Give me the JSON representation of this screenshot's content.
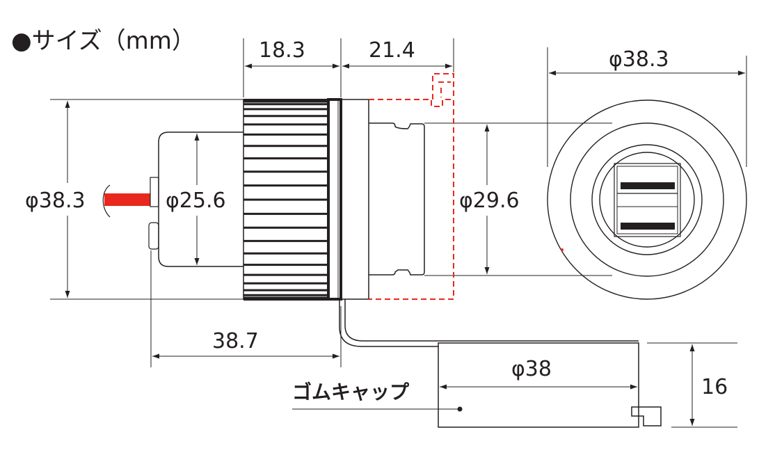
{
  "title": "●サイズ（mm）",
  "dimensions": {
    "knob_length": "18.3",
    "thread_length": "21.4",
    "left_diameter": "φ38.3",
    "body_diameter": "φ25.6",
    "thread_diameter": "φ29.6",
    "front_diameter": "φ38.3",
    "total_length": "38.7",
    "cap_diameter": "φ38",
    "cap_height": "16"
  },
  "labels": {
    "rubber_cap": "ゴムキャップ"
  },
  "colors": {
    "line": "#231f20",
    "wire": "#e8281e",
    "dashed_outline": "#e8281e"
  }
}
